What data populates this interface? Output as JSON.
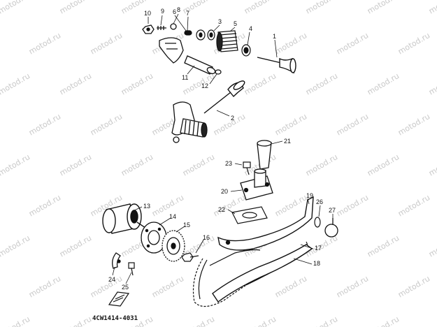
{
  "watermark": {
    "text": "motod.ru",
    "color": "#c9c9c9"
  },
  "diagram_code": "4CW1414-4031",
  "callouts": [
    {
      "id": "c1",
      "label": "1"
    },
    {
      "id": "c2",
      "label": "2"
    },
    {
      "id": "c3",
      "label": "3"
    },
    {
      "id": "c4",
      "label": "4"
    },
    {
      "id": "c5",
      "label": "5"
    },
    {
      "id": "c6",
      "label": "6"
    },
    {
      "id": "c7",
      "label": "7"
    },
    {
      "id": "c8",
      "label": "8"
    },
    {
      "id": "c9",
      "label": "9"
    },
    {
      "id": "c10",
      "label": "10"
    },
    {
      "id": "c11",
      "label": "11"
    },
    {
      "id": "c12",
      "label": "12"
    },
    {
      "id": "c13",
      "label": "13"
    },
    {
      "id": "c14",
      "label": "14"
    },
    {
      "id": "c15",
      "label": "15"
    },
    {
      "id": "c16",
      "label": "16"
    },
    {
      "id": "c17",
      "label": "17"
    },
    {
      "id": "c18",
      "label": "18"
    },
    {
      "id": "c19",
      "label": "19"
    },
    {
      "id": "c20",
      "label": "20"
    },
    {
      "id": "c21",
      "label": "21"
    },
    {
      "id": "c22",
      "label": "22"
    },
    {
      "id": "c23",
      "label": "23"
    },
    {
      "id": "c24",
      "label": "24"
    },
    {
      "id": "c25",
      "label": "25"
    },
    {
      "id": "c26",
      "label": "26"
    },
    {
      "id": "c27",
      "label": "27"
    }
  ]
}
